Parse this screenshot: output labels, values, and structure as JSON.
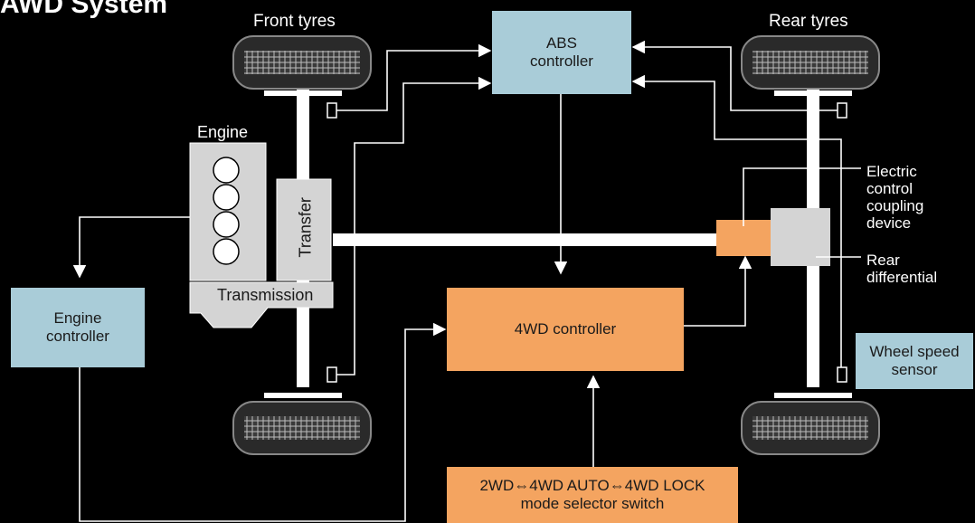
{
  "title": "AWD System",
  "labels": {
    "front_tyres": "Front tyres",
    "rear_tyres": "Rear tyres",
    "engine": "Engine",
    "transfer": "Transfer",
    "transmission": "Transmission",
    "electric_coupling": "Electric\ncontrol\ncoupling\ndevice",
    "rear_differential": "Rear\ndifferential"
  },
  "boxes": {
    "abs_controller": "ABS\ncontroller",
    "engine_controller": "Engine\ncontroller",
    "fourwd_controller": "4WD controller",
    "mode_selector": "2WD⇔4WD AUTO⇔4WD LOCK\nmode selector switch",
    "wheel_speed_sensor": "Wheel speed\nsensor"
  },
  "colors": {
    "background": "#000000",
    "controller_blue": "#a9ccd8",
    "controller_orange": "#f4a460",
    "component_grey": "#d4d4d4",
    "line": "#ffffff"
  }
}
